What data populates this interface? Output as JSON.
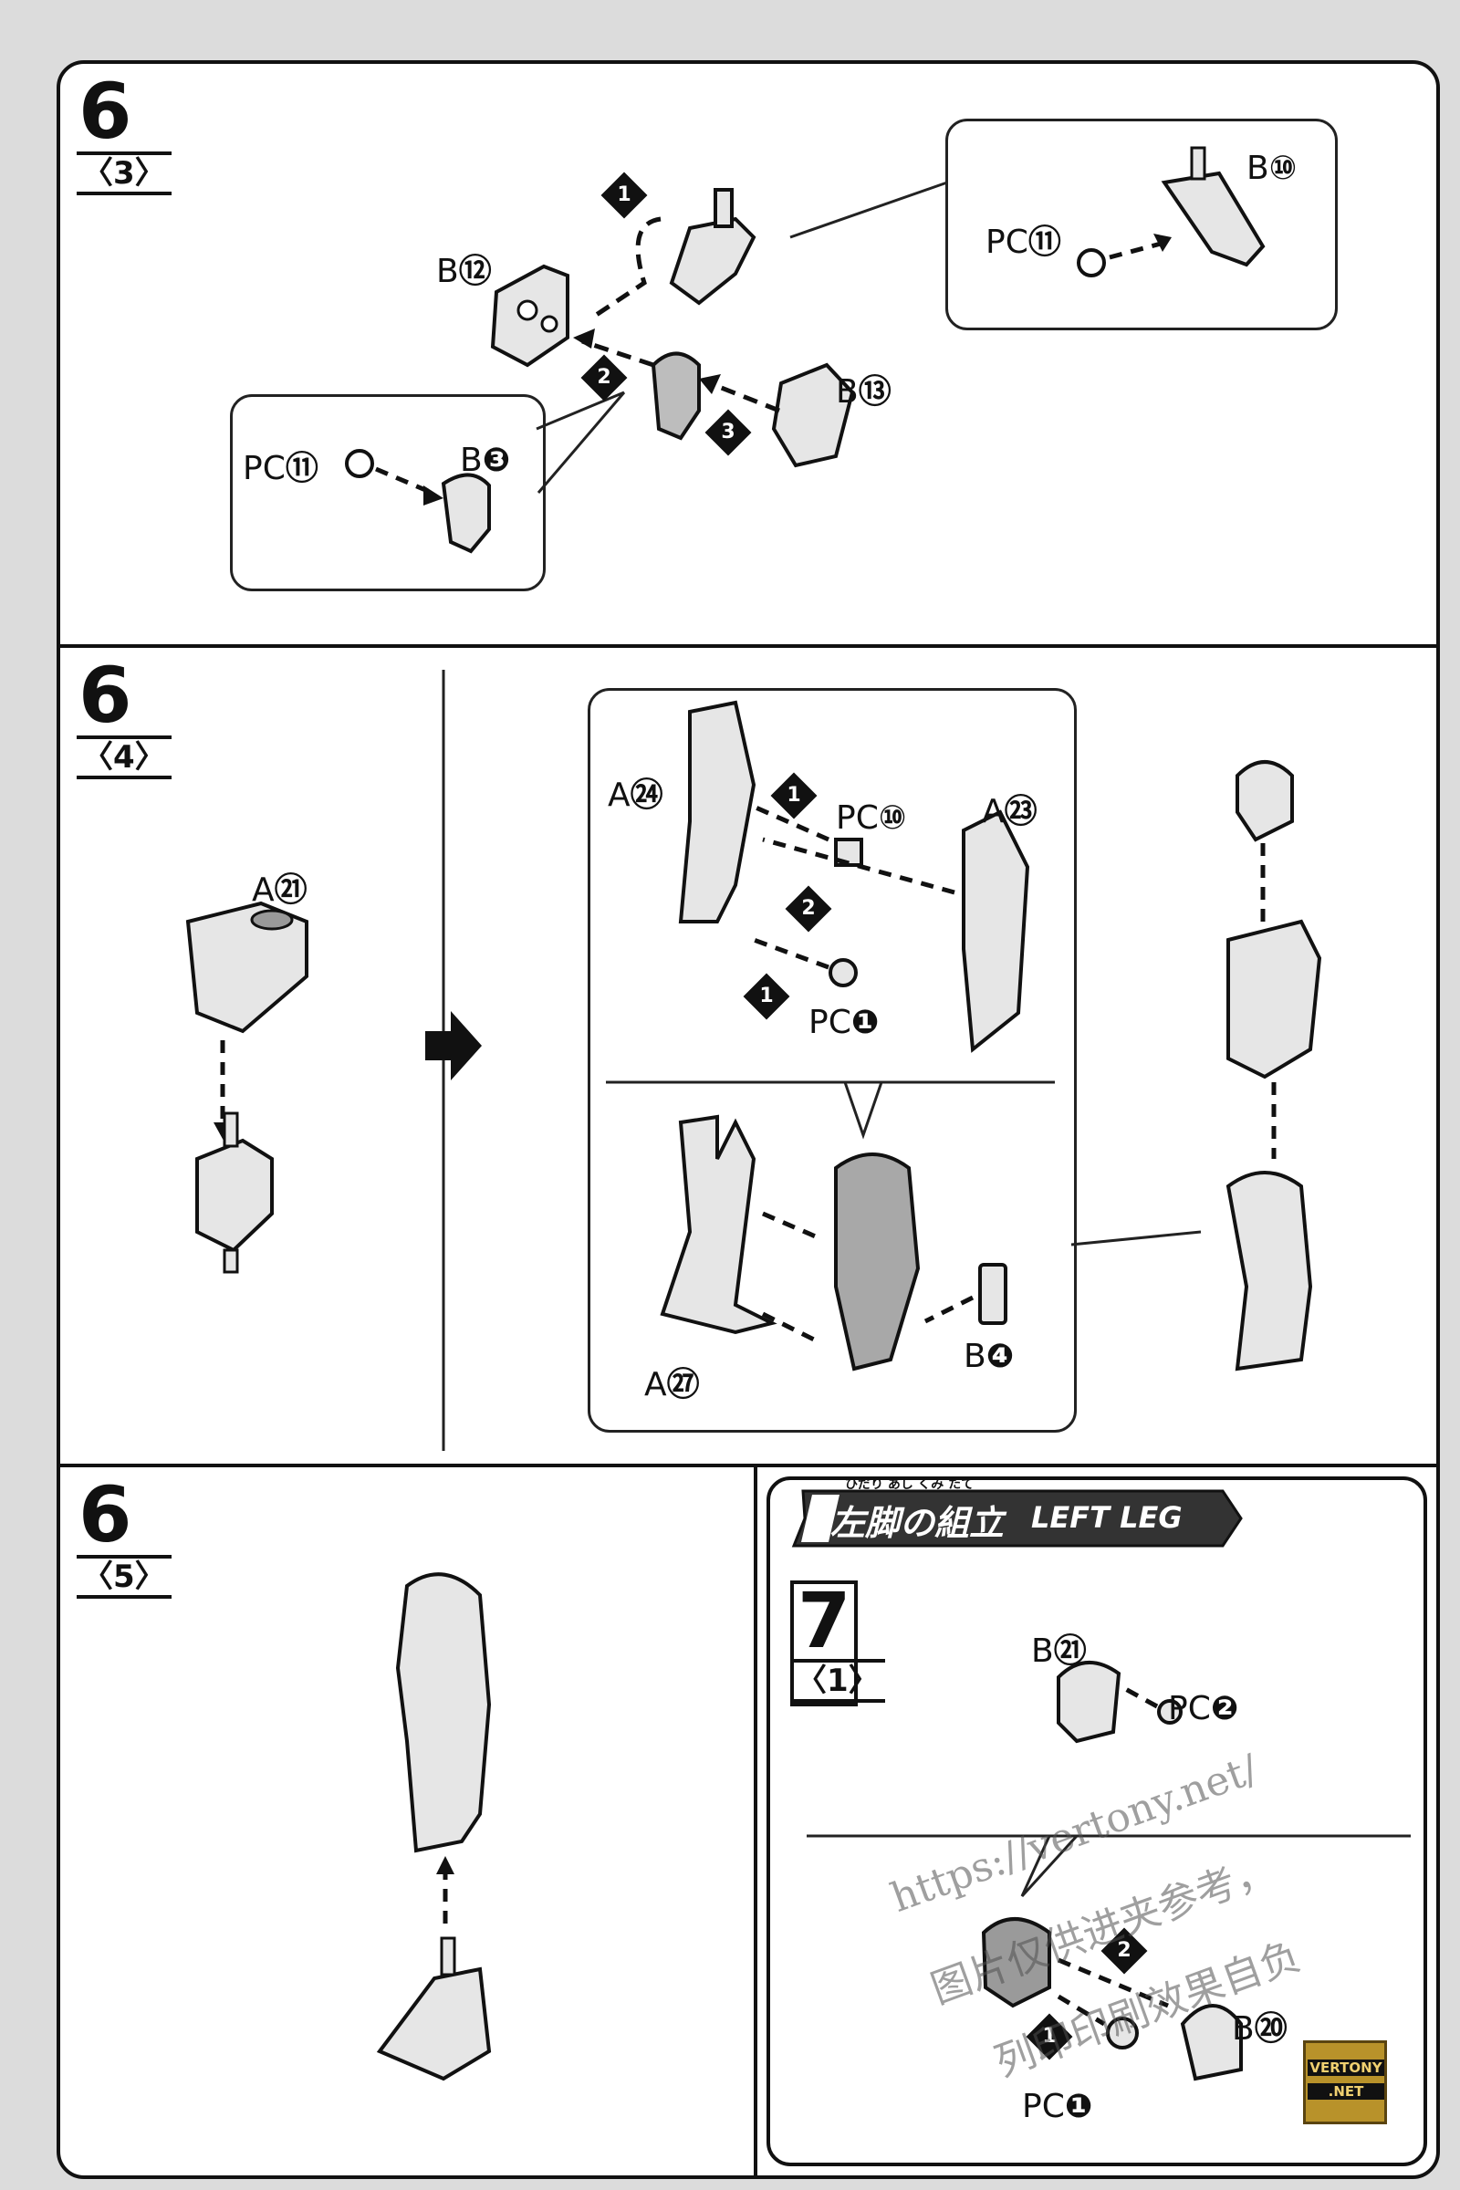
{
  "steps": {
    "s63": {
      "num": "6",
      "sub": "〈3〉"
    },
    "s64": {
      "num": "6",
      "sub": "〈4〉"
    },
    "s65": {
      "num": "6",
      "sub": "〈5〉"
    },
    "s71": {
      "num": "7",
      "sub": "〈1〉"
    }
  },
  "section_header": {
    "jp": "左脚の組立",
    "ruby": "ひだり あし くみ たて",
    "en": "LEFT LEG"
  },
  "labels": {
    "b12": {
      "prefix": "B",
      "num": "⑫"
    },
    "b13": {
      "prefix": "B",
      "num": "⑬"
    },
    "b10": {
      "prefix": "B",
      "num": "⑩"
    },
    "pc11a": {
      "prefix": "PC",
      "num": "⑪"
    },
    "pc11b": {
      "prefix": "PC",
      "num": "⑪"
    },
    "b3": {
      "prefix": "B",
      "num": "❸"
    },
    "a21": {
      "prefix": "A",
      "num": "㉑"
    },
    "a24": {
      "prefix": "A",
      "num": "㉔"
    },
    "a23": {
      "prefix": "A",
      "num": "㉓"
    },
    "pc10": {
      "prefix": "PC",
      "num": "⑩"
    },
    "pc1a": {
      "prefix": "PC",
      "num": "❶"
    },
    "a27": {
      "prefix": "A",
      "num": "㉗"
    },
    "b4": {
      "prefix": "B",
      "num": "❹"
    },
    "b21": {
      "prefix": "B",
      "num": "㉑"
    },
    "pc7": {
      "prefix": "PC",
      "num": "❷"
    },
    "b20": {
      "prefix": "B",
      "num": "⑳"
    },
    "pc1b": {
      "prefix": "PC",
      "num": "❶"
    }
  },
  "order_markers": {
    "m1a": "1",
    "m2a": "2",
    "m3a": "3",
    "m1b": "1",
    "m2b": "2",
    "m1c": "1",
    "m1d": "1",
    "m2d": "2"
  },
  "watermark": {
    "line1": "https://vertony.net/",
    "line2": "图片仅供进夹参考，",
    "line3": "列印印刷效果自负"
  },
  "badge": {
    "line1": "VERTONY",
    "line2": ".NET"
  },
  "colors": {
    "ink": "#111111",
    "part_fill": "#e6e6e6",
    "shadow": "#9a9a9a",
    "page": "#ffffff",
    "border": "#dcdcdc"
  }
}
